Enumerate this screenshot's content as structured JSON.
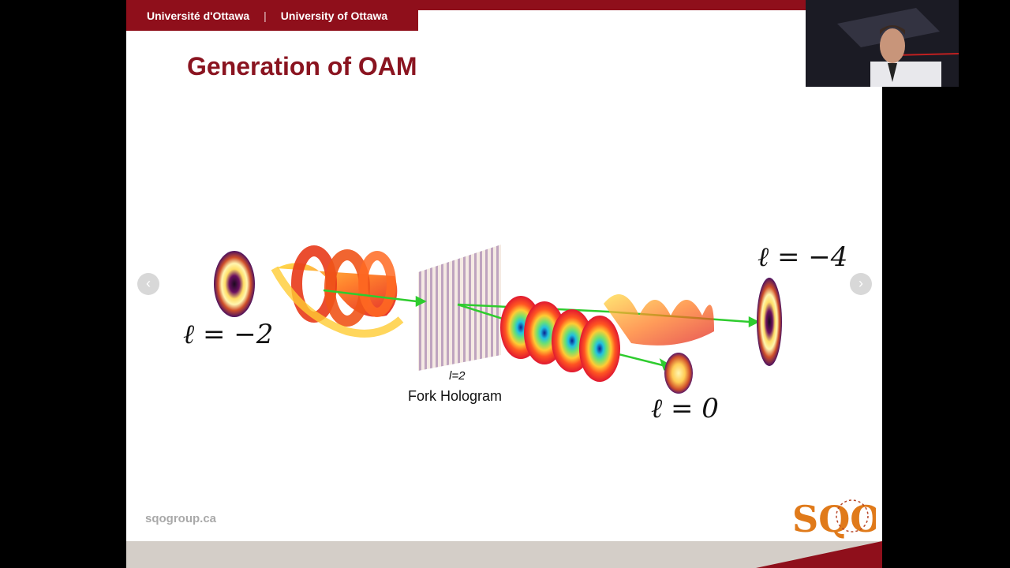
{
  "header": {
    "french_name": "Université d'Ottawa",
    "separator": "|",
    "english_name": "University of Ottawa"
  },
  "slide": {
    "title": "Generation of OAM",
    "footer_url": "sqogroup.ca"
  },
  "diagram": {
    "input_label": "ℓ = −2",
    "hologram_charge": "l=2",
    "hologram_label": "Fork Hologram",
    "output_top_label": "ℓ = −4",
    "output_bottom_label": "ℓ = 0"
  },
  "navigation": {
    "prev_icon": "chevron-left-icon",
    "next_icon": "chevron-right-icon"
  },
  "logo": {
    "text": "SQO"
  },
  "colors": {
    "brand_red": "#8f0f1b",
    "title_red": "#8a1420",
    "beam_green": "#2ecc2e"
  }
}
